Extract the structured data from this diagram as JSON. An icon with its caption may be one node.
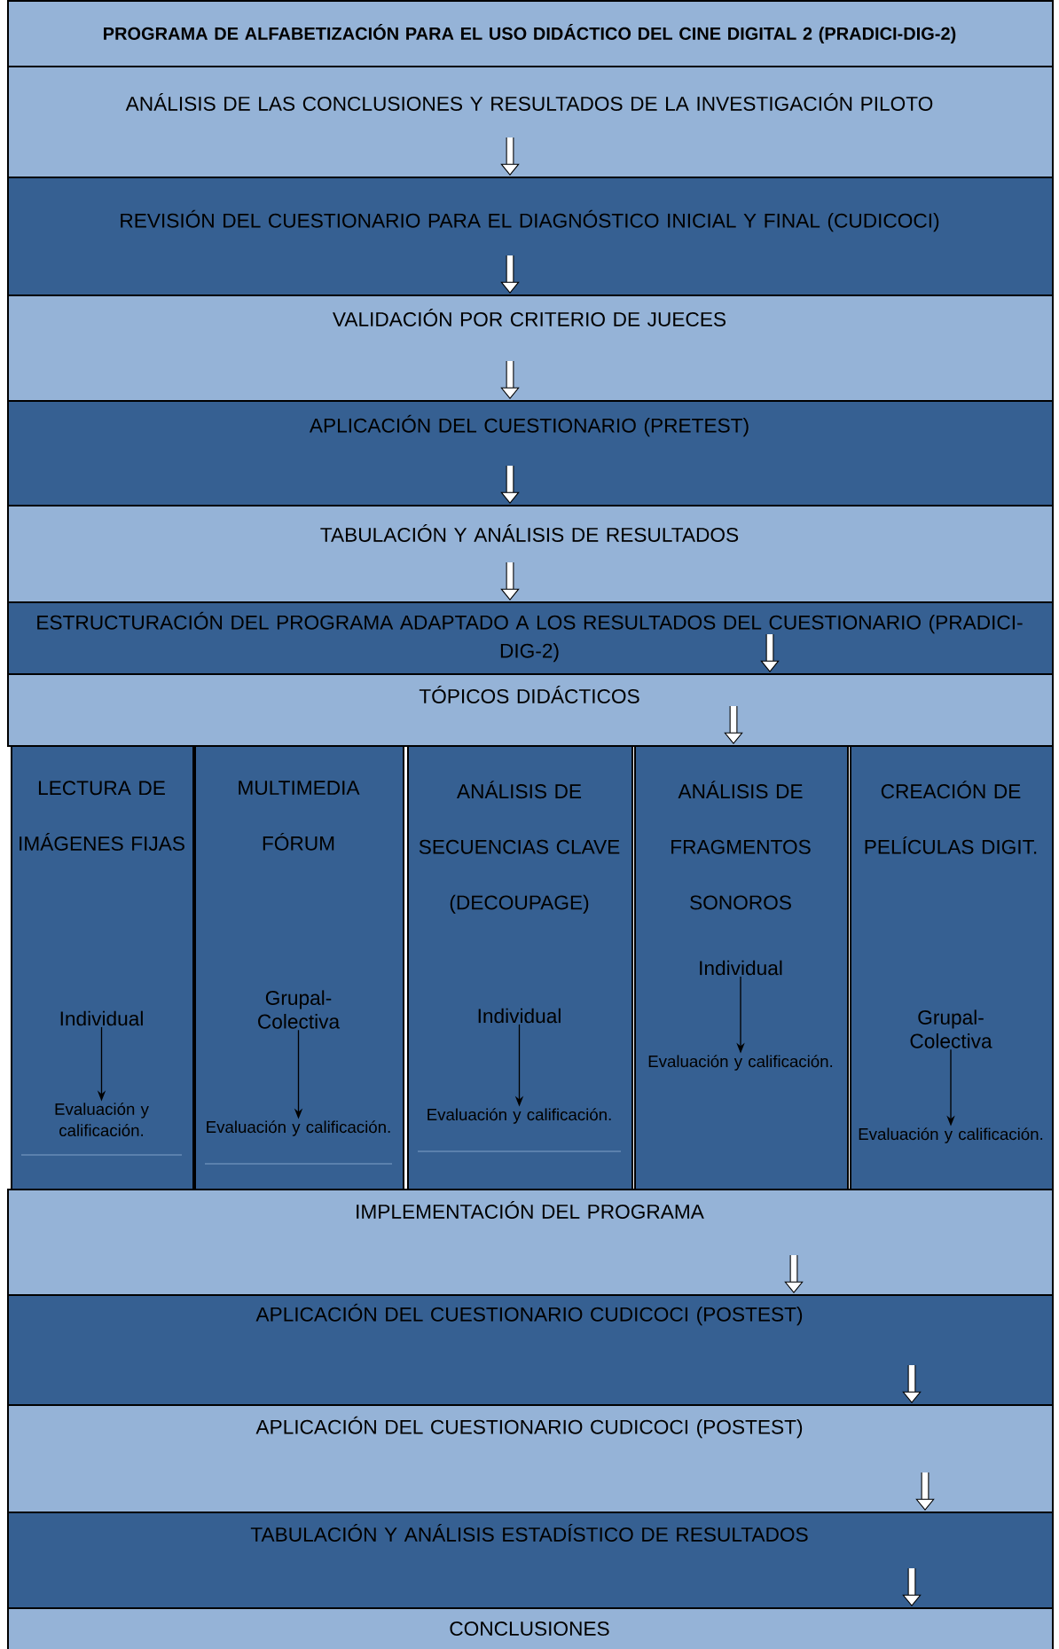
{
  "diagram": {
    "nodes": [
      {
        "text": [
          "PROGRAMA DE ALFABETIZACIÓN PARA EL USO DIDÁCTICO DEL CINE DIGITAL 2 (PRADICI-DIG-2)"
        ]
      },
      {
        "text": [
          "ANÁLISIS DE LAS CONCLUSIONES Y RESULTADOS DE LA INVESTIGACIÓN PILOTO"
        ]
      },
      {
        "text": [
          "REVISIÓN DEL CUESTIONARIO PARA EL DIAGNÓSTICO INICIAL Y FINAL (CUDICOCI)"
        ]
      },
      {
        "text": [
          "VALIDACIÓN POR CRITERIO DE JUECES"
        ]
      },
      {
        "text": [
          "APLICACIÓN DEL CUESTIONARIO (PRETEST)"
        ]
      },
      {
        "text": [
          "TABULACIÓN Y ANÁLISIS DE RESULTADOS"
        ]
      },
      {
        "text": [
          "ESTRUCTURACIÓN DEL PROGRAMA ADAPTADO A LOS RESULTADOS DEL CUESTIONARIO (PRADICI-DIG-2)"
        ]
      },
      {
        "text": [
          "TÓPICOS DIDÁCTICOS"
        ]
      },
      {
        "text": [
          "LECTURA DE IMÁGENES FIJAS"
        ]
      },
      {
        "text": [
          "Individual"
        ],
        "in": 8
      },
      {
        "text": [
          "Evaluación y calificación."
        ],
        "in": 8
      },
      {
        "text": [
          "MULTIMEDIA FÓRUM"
        ]
      },
      {
        "text": [
          "Grupal-Colectiva"
        ],
        "in": 11
      },
      {
        "text": [
          "Evaluación y calificación."
        ],
        "in": 11
      },
      {
        "text": [
          "ANÁLISIS DE SECUENCIAS CLAVE (DECOUPAGE)"
        ]
      },
      {
        "text": [
          "Individual"
        ],
        "in": 14
      },
      {
        "text": [
          "Evaluación y calificación."
        ],
        "in": 14
      },
      {
        "text": [
          "ANÁLISIS DE FRAGMENTOS SONOROS"
        ]
      },
      {
        "text": [
          "Individual"
        ],
        "in": 17
      },
      {
        "text": [
          "Evaluación y calificación."
        ],
        "in": 17
      },
      {
        "text": [
          "CREACIÓN DE PELÍCULAS DIGIT."
        ]
      },
      {
        "text": [
          "Grupal-Colectiva"
        ],
        "in": 20
      },
      {
        "text": [
          "Evaluación y calificación."
        ],
        "in": 20
      },
      {
        "text": [
          "IMPLEMENTACIÓN DEL PROGRAMA"
        ]
      },
      {
        "text": [
          "APLICACIÓN DEL CUESTIONARIO CUDICOCI (POSTEST)"
        ]
      },
      {
        "text": [
          "APLICACIÓN DEL CUESTIONARIO CUDICOCI (POSTEST)"
        ]
      },
      {
        "text": [
          "TABULACIÓN Y ANÁLISIS ESTADÍSTICO DE RESULTADOS"
        ]
      },
      {
        "text": [
          "CONCLUSIONES"
        ]
      }
    ],
    "edges": [
      {
        "from": 1,
        "to": 2,
        "arrow": "to"
      },
      {
        "from": 2,
        "to": 3,
        "arrow": "to"
      },
      {
        "from": 3,
        "to": 4,
        "arrow": "to"
      },
      {
        "from": 4,
        "to": 5,
        "arrow": "to"
      },
      {
        "from": 5,
        "to": 6,
        "arrow": "to"
      },
      {
        "from": 6,
        "to": 7,
        "arrow": "to"
      },
      {
        "from": 7,
        "to": 17,
        "arrow": "to"
      },
      {
        "from": 9,
        "to": 10,
        "arrow": "to"
      },
      {
        "from": 12,
        "to": 13,
        "arrow": "to"
      },
      {
        "from": 15,
        "to": 16,
        "arrow": "to"
      },
      {
        "from": 18,
        "to": 19,
        "arrow": "to"
      },
      {
        "from": 21,
        "to": 22,
        "arrow": "to"
      },
      {
        "from": 23,
        "to": 24,
        "arrow": "to"
      },
      {
        "from": 24,
        "to": 25,
        "arrow": "to"
      },
      {
        "from": 25,
        "to": 26,
        "arrow": "to"
      },
      {
        "from": 26,
        "to": 27,
        "arrow": "to"
      }
    ]
  }
}
